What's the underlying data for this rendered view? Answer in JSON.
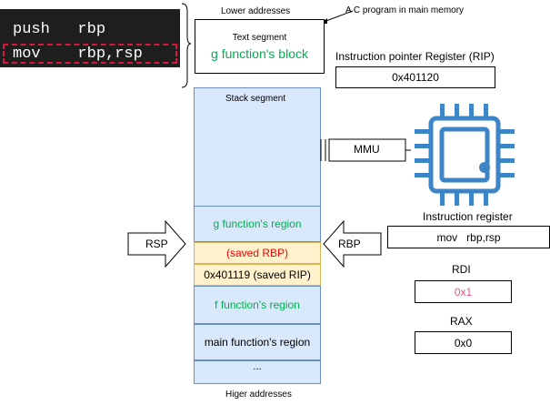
{
  "code": {
    "line1": "push   rbp",
    "line2": "mov    rbp,rsp"
  },
  "memory": {
    "lower_label": "Lower addresses",
    "higher_label": "Higer addresses",
    "program_label": "A C program in main memory",
    "text_segment": {
      "title": "Text segment",
      "block": "g function's block"
    },
    "stack_segment": {
      "title": "Stack segment",
      "cells": [
        {
          "label": "g function's region",
          "color": "#00b050"
        },
        {
          "label": "(saved RBP)",
          "color": "#ff0000"
        },
        {
          "label": "0x401119 (saved RIP)",
          "color": "#000000"
        },
        {
          "label": "f function's region",
          "color": "#00b050"
        },
        {
          "label": "main function's region",
          "color": "#000000"
        },
        {
          "label": "...",
          "color": "#000000"
        }
      ]
    }
  },
  "pointers": {
    "rsp": "RSP",
    "rbp": "RBP"
  },
  "mmu": {
    "label": "MMU"
  },
  "cpu": {
    "icon": "cpu-chip-icon",
    "color": "#3d85c6"
  },
  "registers": {
    "rip": {
      "label": "Instruction pointer Register (RIP)",
      "value": "0x401120"
    },
    "ir": {
      "label": "Instruction register",
      "value": "mov   rbp,rsp"
    },
    "rdi": {
      "label": "RDI",
      "value": "0x1",
      "value_color": "#e8557f"
    },
    "rax": {
      "label": "RAX",
      "value": "0x0"
    }
  },
  "colors": {
    "stack_fill": "#dae8fc",
    "saved_fill": "#fff2cc",
    "highlight": "#d9163b"
  }
}
